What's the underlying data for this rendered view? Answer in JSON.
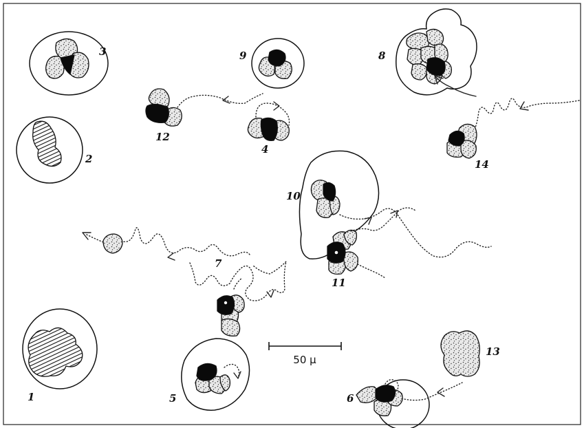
{
  "figure": {
    "labels": [
      "1",
      "2",
      "3",
      "4",
      "5",
      "6",
      "7",
      "8",
      "9",
      "10",
      "11",
      "12",
      "13",
      "14"
    ],
    "scale_bar": "50 μ"
  }
}
